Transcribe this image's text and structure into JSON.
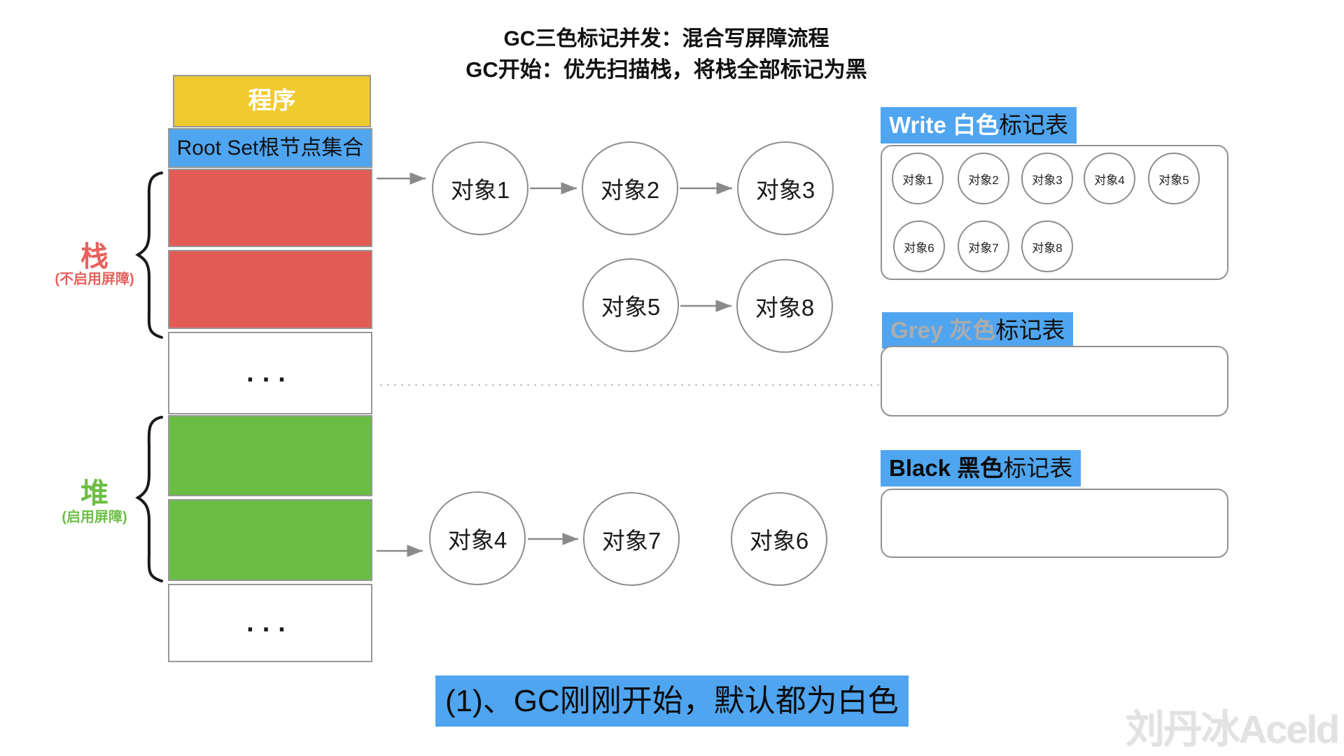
{
  "title": {
    "line1": "GC三色标记并发：混合写屏障流程",
    "line2": "GC开始：优先扫描栈，将栈全部标记为黑"
  },
  "memory": {
    "program_label": "程序",
    "rootset_label": "Root Set根节点集合",
    "stack_label": "栈",
    "stack_sub_label": "(不启用屏障)",
    "heap_label": "堆",
    "heap_sub_label": "(启用屏障)",
    "ellipsis": "...",
    "segments": [
      {
        "name": "program",
        "color": "#F0CB2F"
      },
      {
        "name": "root-set",
        "color": "#4FA5F0"
      },
      {
        "name": "stack-slot-1",
        "color": "#E25B54"
      },
      {
        "name": "stack-slot-2",
        "color": "#E25B54"
      },
      {
        "name": "ellipsis-1",
        "color": "#FFFFFF"
      },
      {
        "name": "heap-slot-1",
        "color": "#6ABD43"
      },
      {
        "name": "heap-slot-2",
        "color": "#6ABD43"
      },
      {
        "name": "ellipsis-2",
        "color": "#FFFFFF"
      }
    ]
  },
  "graph": {
    "nodes": [
      {
        "id": "obj1",
        "label": "对象1"
      },
      {
        "id": "obj2",
        "label": "对象2"
      },
      {
        "id": "obj3",
        "label": "对象3"
      },
      {
        "id": "obj5",
        "label": "对象5"
      },
      {
        "id": "obj8",
        "label": "对象8"
      },
      {
        "id": "obj4",
        "label": "对象4"
      },
      {
        "id": "obj7",
        "label": "对象7"
      },
      {
        "id": "obj6",
        "label": "对象6"
      }
    ],
    "edges": [
      {
        "from": "stack-slot-1",
        "to": "obj1"
      },
      {
        "from": "obj1",
        "to": "obj2"
      },
      {
        "from": "obj2",
        "to": "obj3"
      },
      {
        "from": "obj5",
        "to": "obj8"
      },
      {
        "from": "heap-slot-2",
        "to": "obj4"
      },
      {
        "from": "obj4",
        "to": "obj7"
      }
    ]
  },
  "tables": {
    "write": {
      "label_en": "Write 白色",
      "label_suffix": "标记表",
      "items": [
        "对象1",
        "对象2",
        "对象3",
        "对象4",
        "对象5",
        "对象6",
        "对象7",
        "对象8"
      ]
    },
    "grey": {
      "label_en": "Grey 灰色",
      "label_suffix": "标记表",
      "items": []
    },
    "black": {
      "label_en": "Black 黑色",
      "label_suffix": "标记表",
      "items": []
    }
  },
  "caption": "(1)、GC刚刚开始，默认都为白色",
  "watermark": "刘丹冰Aceld",
  "colors": {
    "highlight_blue": "#4FA5F0",
    "stack_red": "#E25B54",
    "heap_green": "#6ABD43",
    "program_yellow": "#F0CB2F",
    "border_grey": "#979797",
    "node_border_grey": "#8E8E8E",
    "arrow_grey": "#8A8A8A",
    "grey_text": "#ACACAC",
    "watermark_grey": "#E2E2E2"
  }
}
